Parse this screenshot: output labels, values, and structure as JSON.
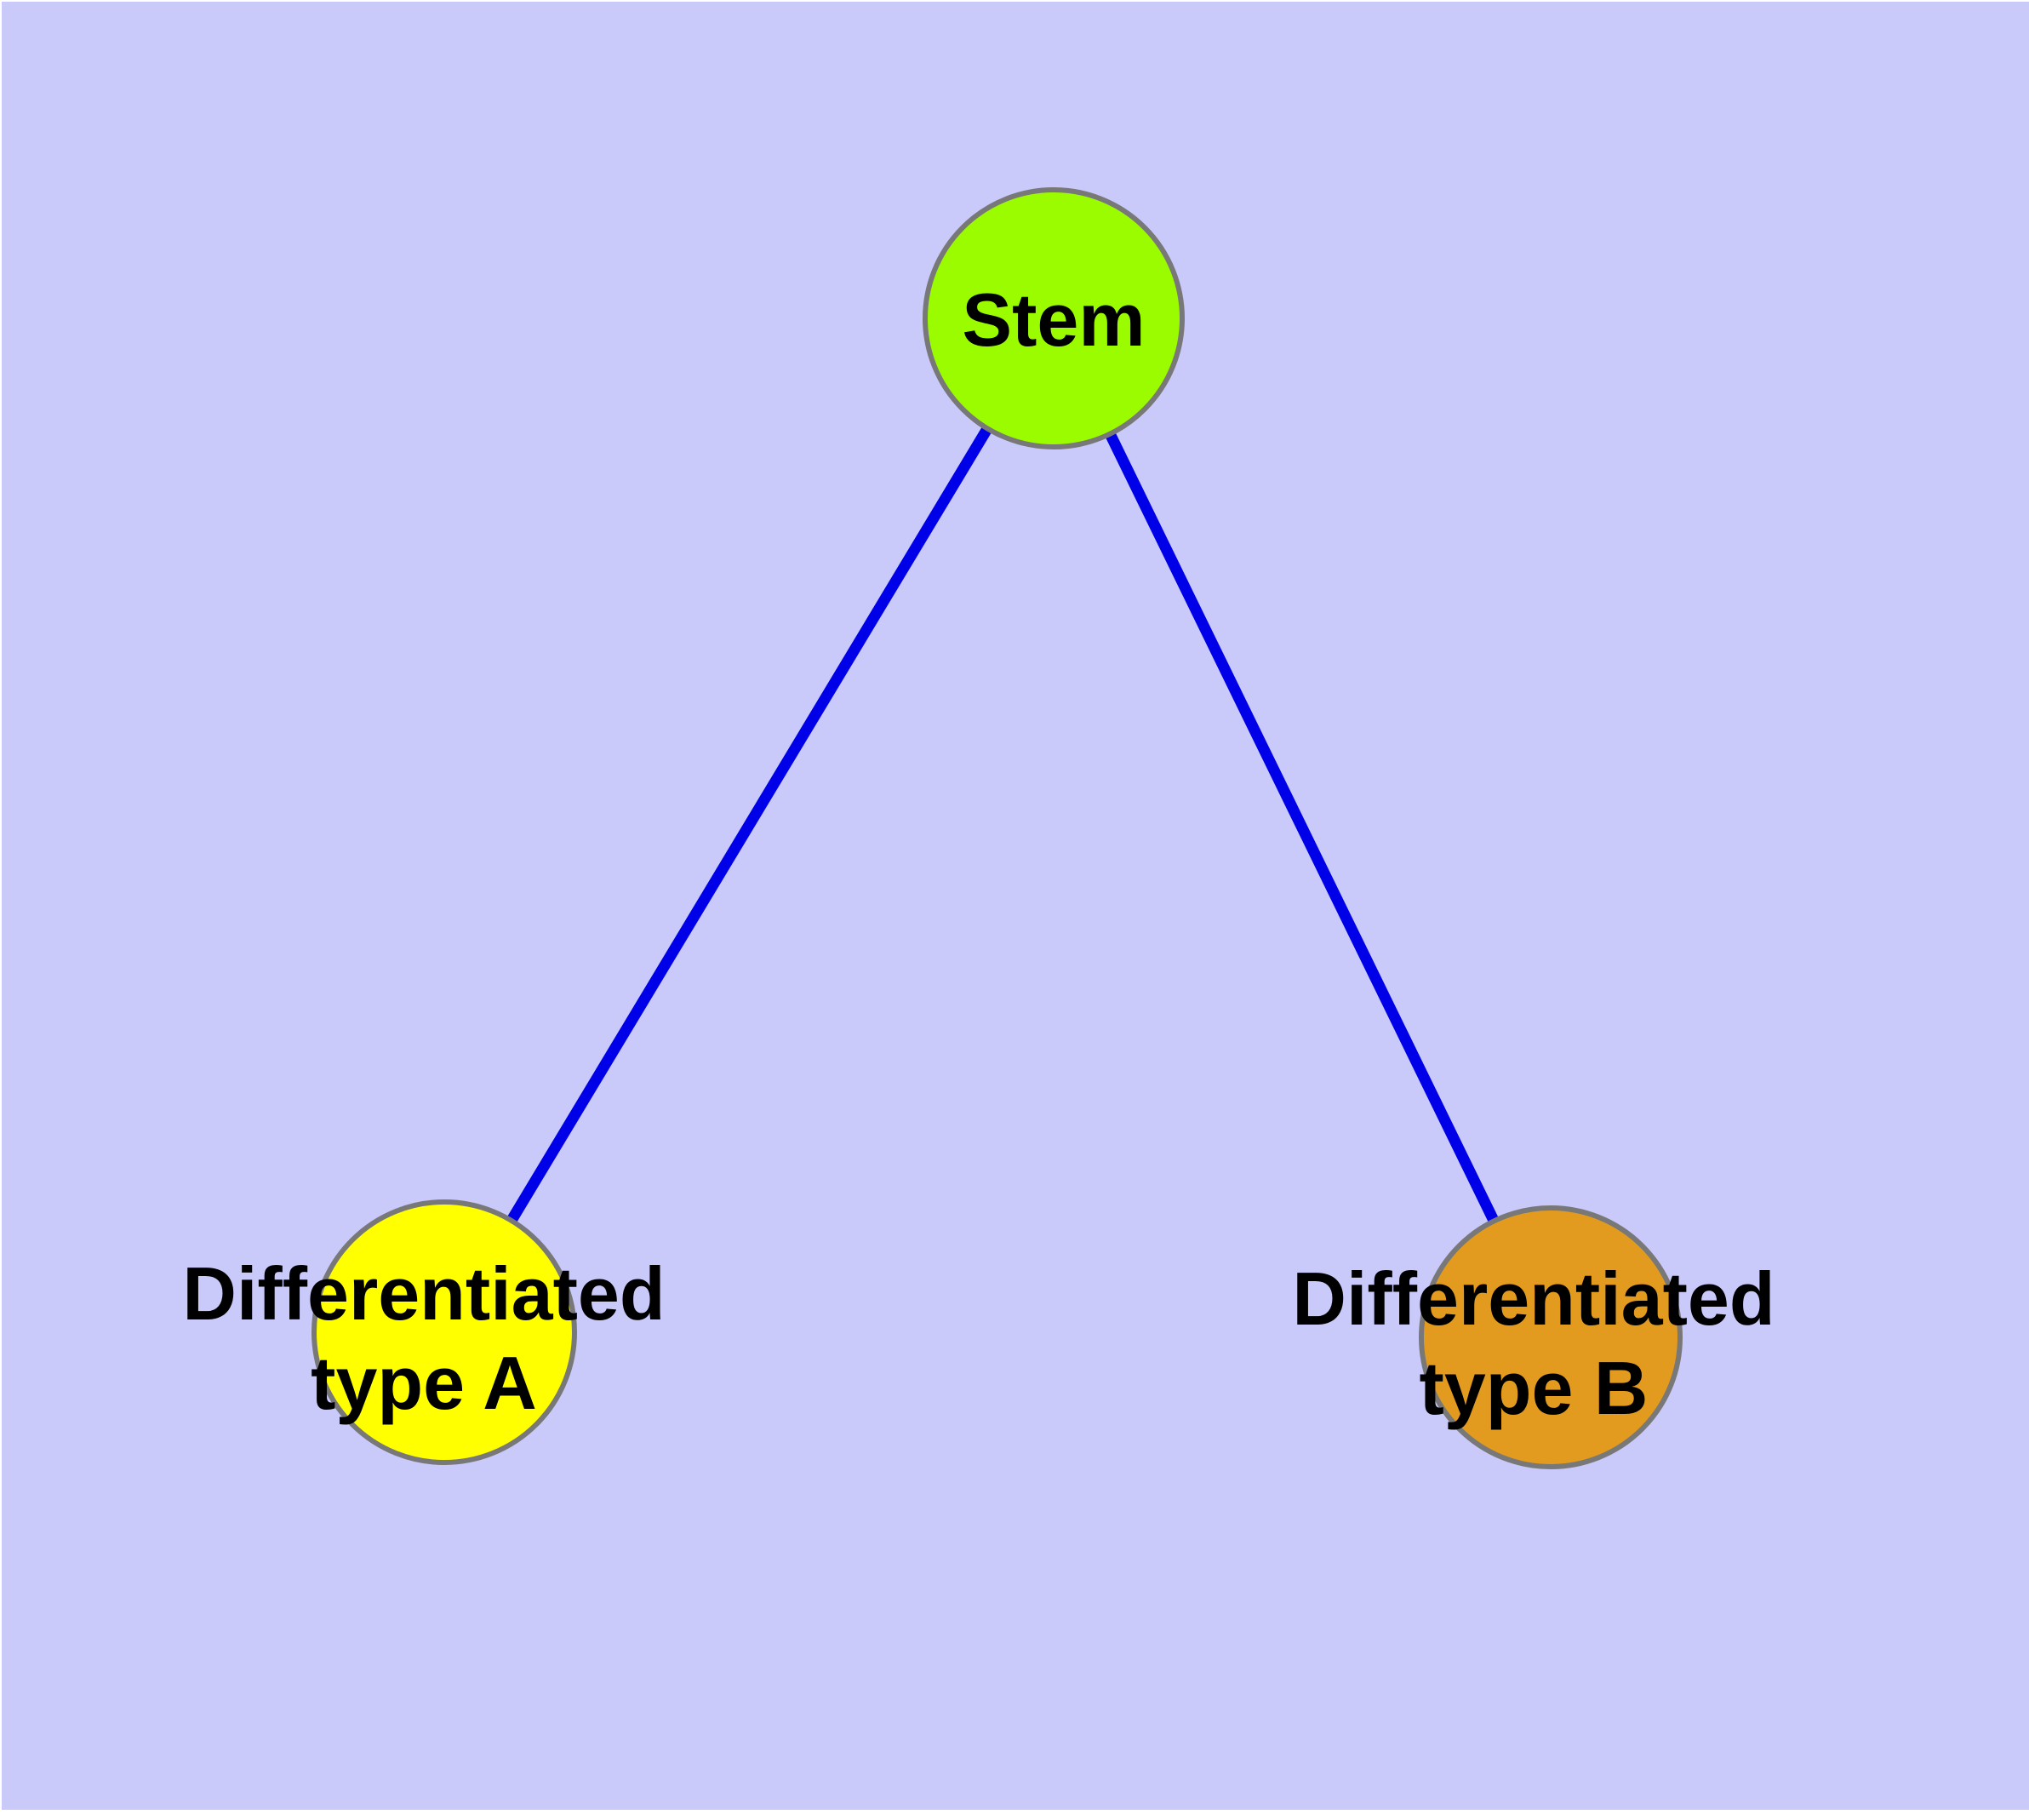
{
  "diagram": {
    "colors": {
      "canvas_background": "#C9C9FA",
      "page_margin": "#FFFFFF",
      "edge": "#0000E8",
      "node_border": "#787878",
      "label_text": "#000000"
    },
    "nodes": {
      "stem": {
        "label": "Stem",
        "fill": "#9BFC00"
      },
      "type_a": {
        "label_line1": "Differentiated",
        "label_line2": "type A",
        "fill": "#FFFF00"
      },
      "type_b": {
        "label_line1": "Differentiated",
        "label_line2": "type B",
        "fill": "#E29B1F"
      }
    },
    "edges": [
      {
        "from": "stem",
        "to": "type_a"
      },
      {
        "from": "stem",
        "to": "type_b"
      }
    ]
  }
}
